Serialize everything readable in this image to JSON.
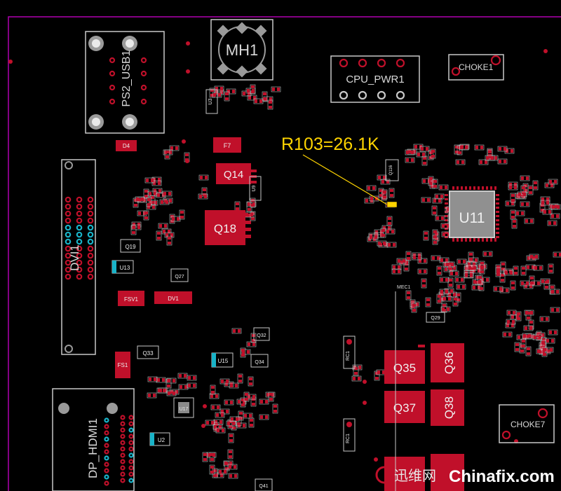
{
  "colors": {
    "background": "#000000",
    "board_edge": "#b000b0",
    "outline": "#c8c8c8",
    "pad": "#c0102a",
    "pad_dark": "#8a0a1c",
    "teal": "#19b3c8",
    "annotation": "#ffd400",
    "silk": "#d8d8d8"
  },
  "annotation": {
    "text": "R103=26.1K"
  },
  "components": {
    "mh1": "MH1",
    "ps2_usb1": "PS2_USB1",
    "cpu_pwr1": "CPU_PWR1",
    "choke1": "CHOKE1",
    "choke7": "CHOKE7",
    "u11": "U11",
    "q14": "Q14",
    "q18": "Q18",
    "q35": "Q35",
    "q36": "Q36",
    "q37": "Q37",
    "q38": "Q38",
    "dvi1": "DVI1",
    "hdmi1": "DP_HDMI1",
    "f7": "F7",
    "d4": "D4",
    "fsv1": "FSV1",
    "dv1": "DV1",
    "fs1": "FS1",
    "q19": "Q19",
    "u13": "U13",
    "q33": "Q33",
    "u15": "U15",
    "u17": "U17",
    "u2": "U2",
    "q29": "Q29",
    "q116": "Q116",
    "mec1": "MEC1",
    "rc1": "RC1",
    "rc1b": "RC1",
    "q34": "Q34",
    "q32": "Q32",
    "q41": "Q41",
    "u3": "U3",
    "u9": "U9",
    "q27": "Q27"
  },
  "watermark": {
    "text": "Chinafix.com",
    "cjk": "迅维网"
  }
}
